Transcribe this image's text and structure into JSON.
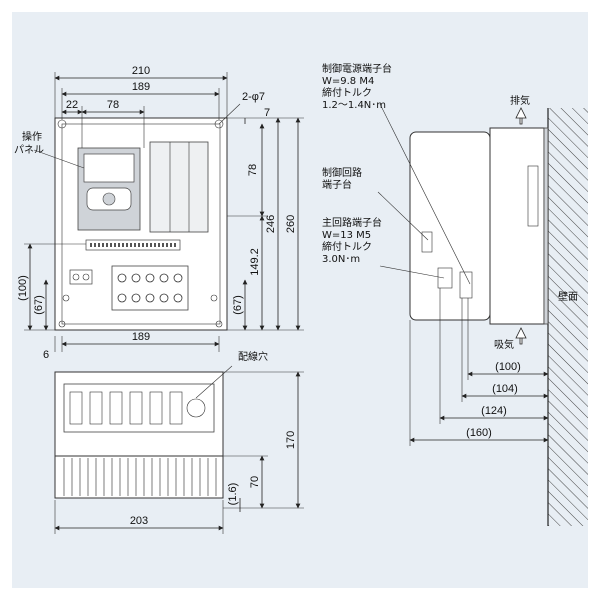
{
  "front_dims": {
    "overall_width": "210",
    "mount_width": "189",
    "offset_22": "22",
    "offset_78": "78",
    "mount_holes": "2-φ7",
    "top_7": "7",
    "height_78": "78",
    "height_246": "246",
    "height_260": "260",
    "height_149": "149.2",
    "left_100": "(100)",
    "left_67": "(67)",
    "right_67": "(67)",
    "bottom_6": "6",
    "bottom_189": "189"
  },
  "bottom_dims": {
    "width_203": "203",
    "height_170": "170",
    "height_70": "70",
    "small_1_6": "(1.6)"
  },
  "side_dims": {
    "d100": "(100)",
    "d104": "(104)",
    "d124": "(124)",
    "d160": "(160)"
  },
  "labels": {
    "panel_line1": "操作",
    "panel_line2": "パネル",
    "wiring_hole": "配線穴",
    "exhaust": "排気",
    "intake": "吸気",
    "wall": "壁面",
    "ctrl_power_1": "制御電源端子台",
    "ctrl_power_2": "W=9.8 M4",
    "ctrl_power_3": "締付トルク",
    "ctrl_power_4": "1.2〜1.4N･m",
    "ctrl_circuit_1": "制御回路",
    "ctrl_circuit_2": "端子台",
    "main_circuit_1": "主回路端子台",
    "main_circuit_2": "W=13 M5",
    "main_circuit_3": "締付トルク",
    "main_circuit_4": "3.0N･m"
  }
}
